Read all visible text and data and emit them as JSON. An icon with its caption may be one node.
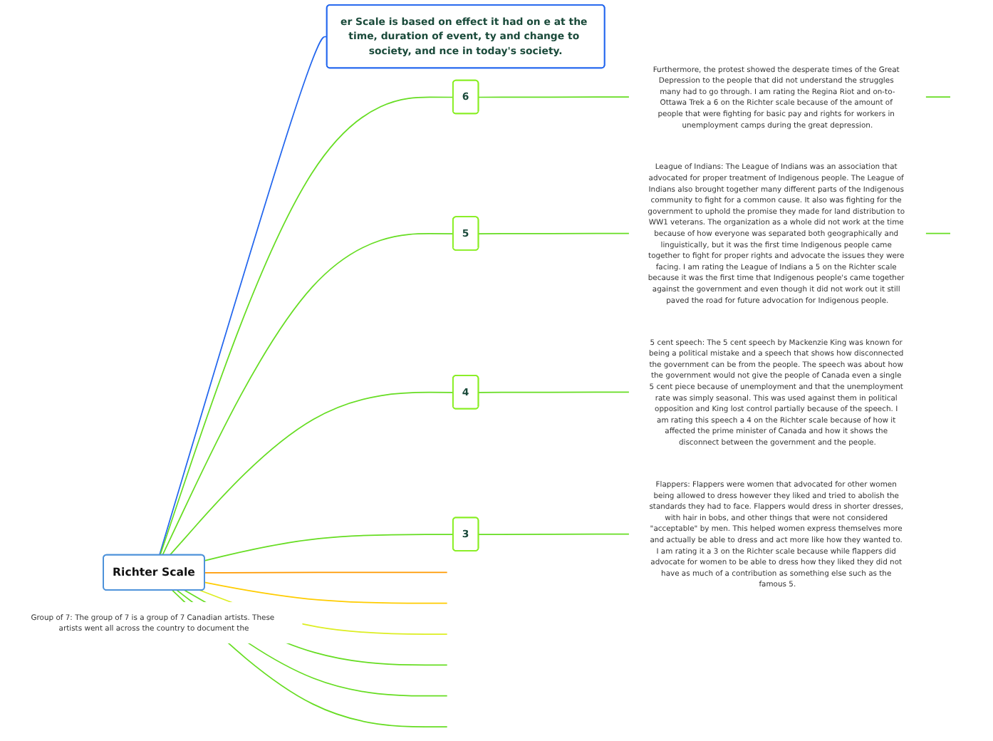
{
  "diagram": {
    "nodes": [
      {
        "text": [
          "Richter Scale"
        ]
      },
      {
        "text": [
          "er Scale is based on effect it had on e at the time, duration of event, ty and change to society, and nce in today's society."
        ]
      },
      {
        "text": [
          "6"
        ]
      },
      {
        "text": [
          "Furthermore, the protest showed the desperate times of the Great Depression to the people that did not understand the struggles many had to go through. I am rating the Regina Riot and on-to-Ottawa Trek a 6 on the Richter scale because of the amount of people that were fighting for basic pay and rights for workers in unemployment camps during the great depression."
        ]
      },
      {
        "text": [
          "5"
        ]
      },
      {
        "text": [
          "League of Indians: The League of Indians was an association that advocated for proper treatment of Indigenous people. The League of Indians also brought together many different parts of the Indigenous community to fight for a common cause. It also was fighting for the government to uphold the promise they made for land distribution to WW1 veterans. The organization as a whole did not work at the time because of how everyone was separated both geographically and linguistically, but it was the first time Indigenous people came together to fight for proper rights and advocate the issues they were facing. I am rating the League of Indians a 5 on the Richter scale because it was the first time that Indigenous people's came together against the government and even though it did not work out it still paved the road for future advocation for Indigenous people."
        ]
      },
      {
        "text": [
          "4"
        ]
      },
      {
        "text": [
          "5 cent speech: The 5 cent speech by Mackenzie King was known for being a political mistake and a speech that shows how disconnected the government can be from the people. The speech was about how the government would not give the people of Canada even a single 5 cent piece because of unemployment and that the unemployment rate was simply seasonal. This was used against them in political opposition and King lost control partially because of the speech. I am rating this speech a 4 on the Richter scale because of how it affected the prime minister of Canada and how it shows the disconnect between the government and the people."
        ]
      },
      {
        "text": [
          "3"
        ]
      },
      {
        "text": [
          "Flappers: Flappers were women that advocated for other women being allowed to dress however they liked and tried to abolish the standards they had to face. Flappers would dress in shorter dresses, with hair in bobs, and other things that were not considered \"acceptable\" by men. This helped women express themselves more and actually be able to dress and act more like how they wanted to. I am rating it a 3 on the Richter scale because while flappers did advocate for women to be able to dress how they liked they did not have as much of a contribution as something else such as the famous 5."
        ]
      },
      {
        "text": [
          "Group of 7: The group of 7 is a group of 7 Canadian artists. These artists went all across the country to document the"
        ]
      }
    ],
    "edges": [
      {
        "from": 0,
        "to": 1,
        "arrow": "none",
        "color": "#2266ee"
      },
      {
        "from": 0,
        "to": null,
        "arrow": "none",
        "color": "#ff9900"
      },
      {
        "from": 0,
        "to": null,
        "arrow": "none",
        "color": "#ffcc00"
      },
      {
        "from": 0,
        "to": null,
        "arrow": "none",
        "color": "#ddee22"
      },
      {
        "from": 0,
        "to": 2,
        "arrow": "none"
      },
      {
        "from": 2,
        "to": 3,
        "arrow": "none"
      },
      {
        "from": 3,
        "to": null,
        "arrow": "none"
      },
      {
        "from": 0,
        "to": 4,
        "arrow": "none"
      },
      {
        "from": 4,
        "to": 5,
        "arrow": "none"
      },
      {
        "from": 5,
        "to": null,
        "arrow": "none"
      },
      {
        "from": 0,
        "to": 6,
        "arrow": "none"
      },
      {
        "from": 6,
        "to": 7,
        "arrow": "none"
      },
      {
        "from": 0,
        "to": 8,
        "arrow": "none"
      },
      {
        "from": 8,
        "to": 9,
        "arrow": "none"
      },
      {
        "from": 0,
        "to": null,
        "arrow": "none"
      },
      {
        "from": 0,
        "to": null,
        "arrow": "none"
      },
      {
        "from": 0,
        "to": null,
        "arrow": "none"
      }
    ]
  }
}
